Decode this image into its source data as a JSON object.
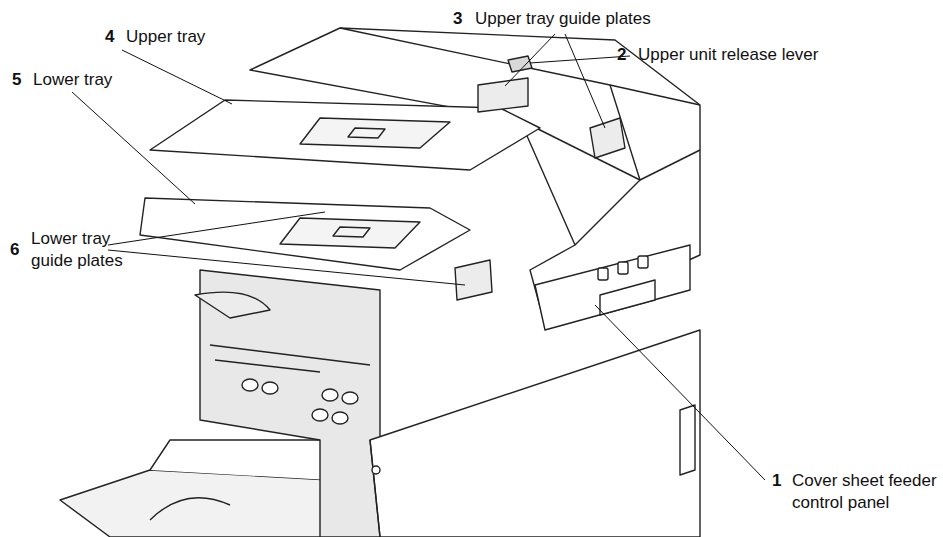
{
  "diagram": {
    "labels": [
      "3",
      "Upper tray guide plates",
      "4",
      "Upper tray",
      "2",
      "Upper unit release lever",
      "5",
      "Lower tray",
      "1",
      "Cover sheet feeder control panel",
      "6",
      "Lower tray guide plates"
    ]
  }
}
